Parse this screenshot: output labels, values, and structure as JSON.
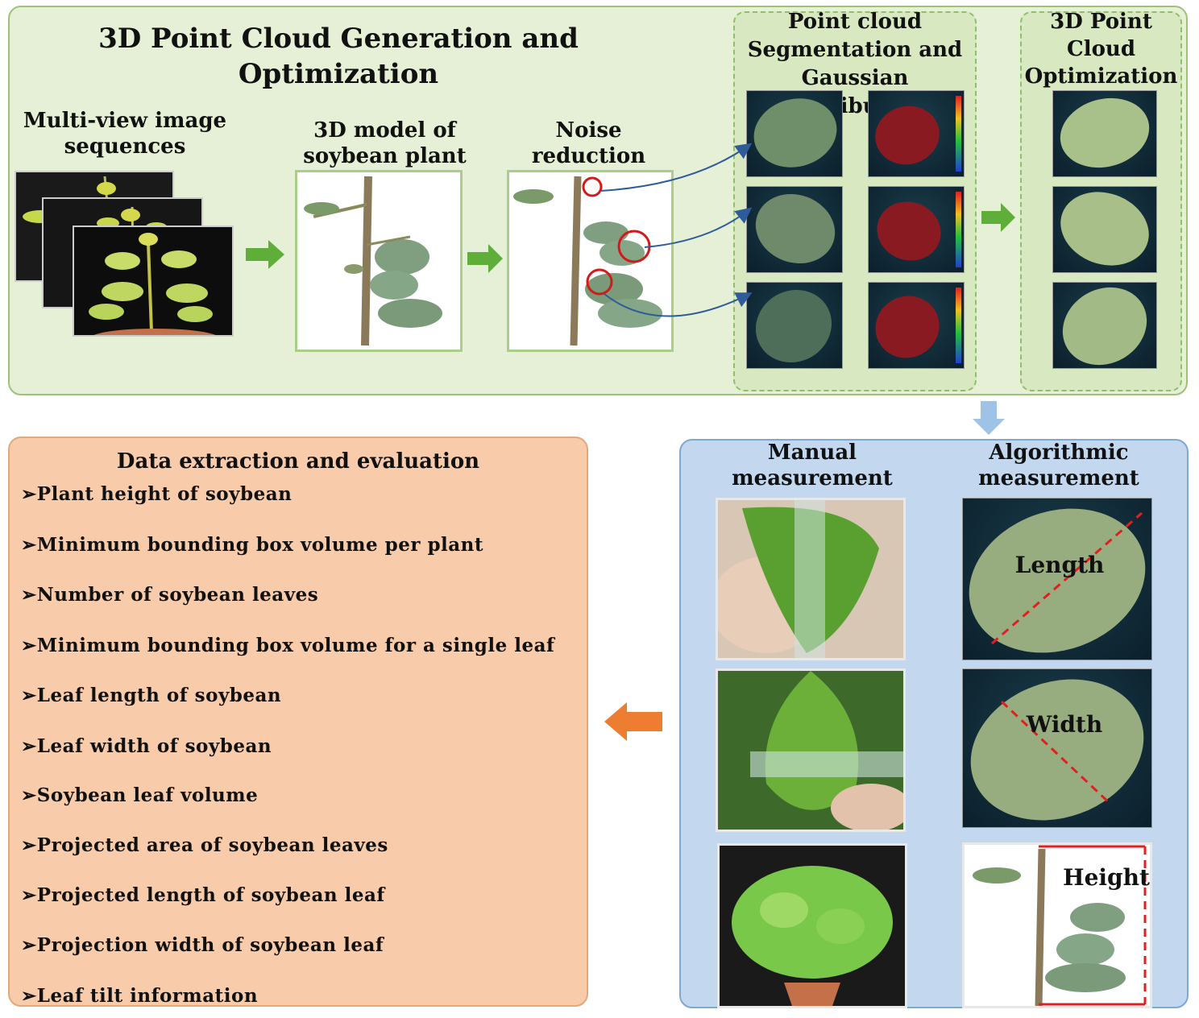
{
  "top_panel": {
    "title_line1": "3D Point Cloud Generation and",
    "title_line2": "Optimization",
    "multiview_label_1": "Multi-view image",
    "multiview_label_2": "sequences",
    "model_label_1": "3D model of",
    "model_label_2": "soybean plant",
    "noise_label_1": "Noise",
    "noise_label_2": "reduction",
    "segmentation_title_1": "Point cloud",
    "segmentation_title_2": "Segmentation and",
    "segmentation_title_3": "Gaussian distribution",
    "optimization_title_1": "3D Point",
    "optimization_title_2": "Cloud",
    "optimization_title_3": "Optimization"
  },
  "data_panel": {
    "title": "Data extraction and evaluation",
    "items": [
      "➢Plant height of soybean",
      "➢Minimum bounding box volume per plant",
      "➢Number of soybean leaves",
      "➢Minimum bounding box volume for a single leaf",
      "➢Leaf length of soybean",
      "➢Leaf width of soybean",
      "➢Soybean leaf volume",
      "➢Projected area of soybean leaves",
      "➢Projected length of soybean leaf",
      "➢Projection width of soybean leaf",
      "➢Leaf tilt information"
    ]
  },
  "measure_panel": {
    "manual_1": "Manual",
    "manual_2": "measurement",
    "algo_1": "Algorithmic",
    "algo_2": "measurement",
    "length_label": "Length",
    "width_label": "Width",
    "height_label": "Height"
  },
  "colors": {
    "green_arrow": "#5fae3a",
    "blue_arrow": "#9ec3e6",
    "orange_arrow": "#ed7d31",
    "connector": "#2e5c9a",
    "noise_circle": "#d11a1a",
    "measure_line": "#e02020"
  }
}
